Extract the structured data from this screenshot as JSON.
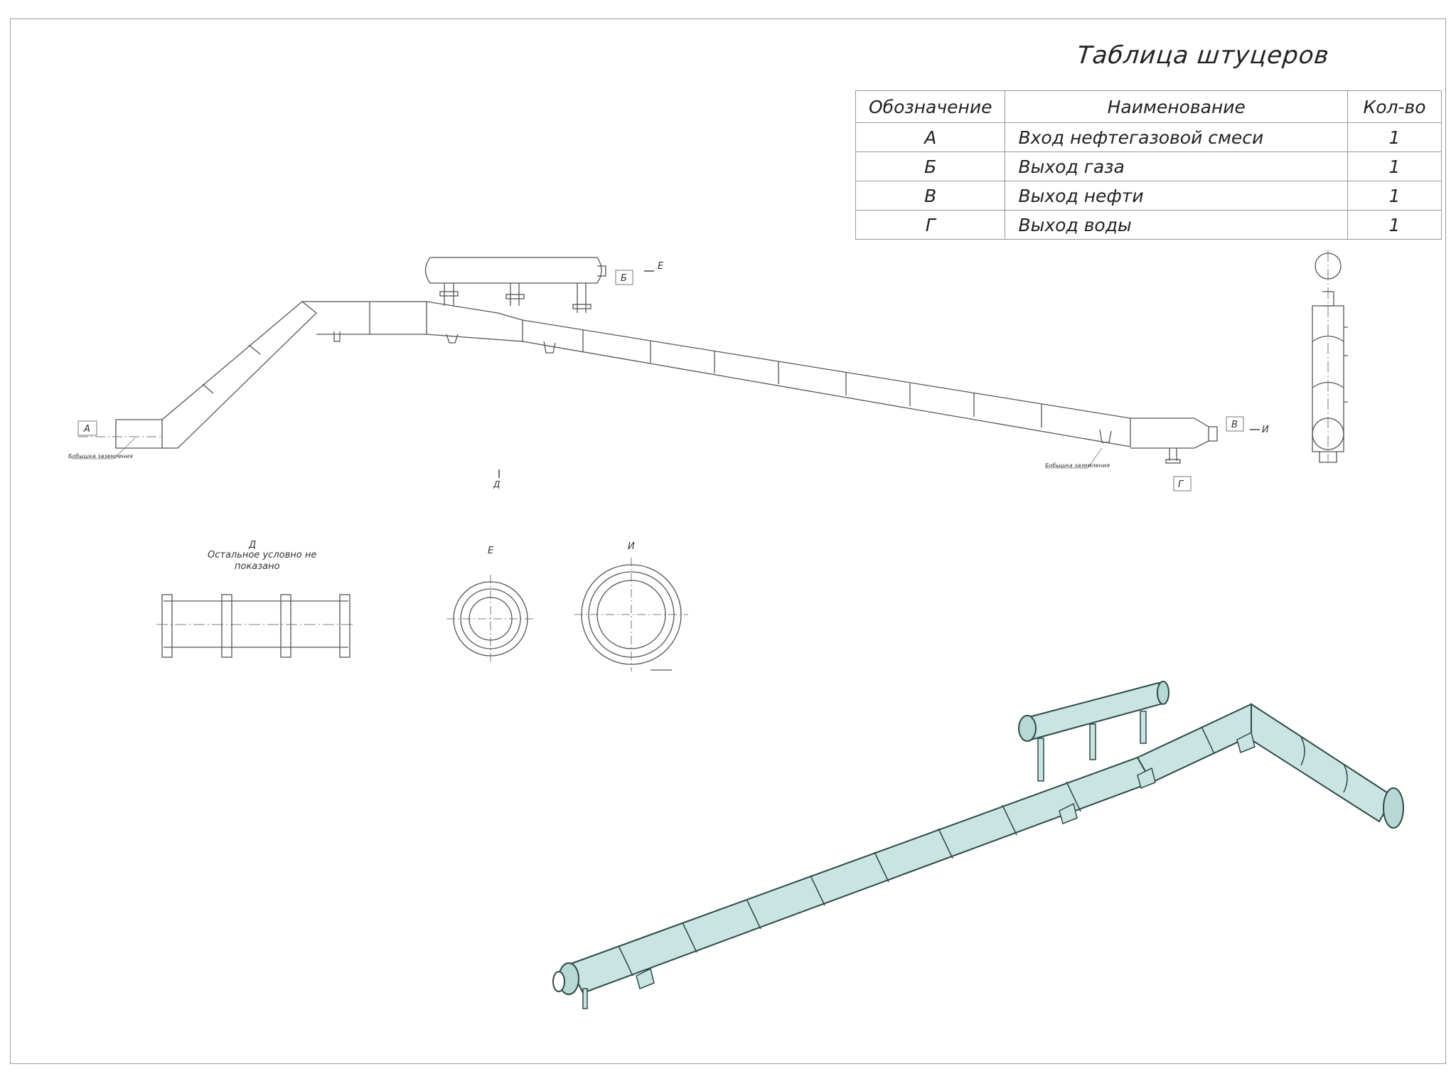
{
  "nozzle_table": {
    "title": "Таблица штуцеров",
    "headers": {
      "designation": "Обозначение",
      "name": "Наименование",
      "quantity": "Кол-во"
    },
    "rows": [
      {
        "designation": "А",
        "name": "Вход нефтегазовой смеси",
        "quantity": "1"
      },
      {
        "designation": "Б",
        "name": "Выход газа",
        "quantity": "1"
      },
      {
        "designation": "В",
        "name": "Выход нефти",
        "quantity": "1"
      },
      {
        "designation": "Г",
        "name": "Выход воды",
        "quantity": "1"
      }
    ]
  },
  "drawing_labels": {
    "nozzle_a": "А",
    "nozzle_b": "Б",
    "nozzle_v": "В",
    "nozzle_g": "Г",
    "view_arrow_e": "Е",
    "view_arrow_i": "И",
    "view_arrow_d": "Д",
    "view_d_title": "Д",
    "view_d_note_line1": "Остальное условно не",
    "view_d_note_line2": "показано",
    "view_e_title": "Е",
    "view_i_title": "И",
    "grounding_left": "Бобышка заземления",
    "grounding_right": "Бобышка заземления"
  },
  "colors": {
    "line": "#444444",
    "pipe_fill": "#c9e4e1",
    "pipe_stroke": "#2d4a48"
  }
}
